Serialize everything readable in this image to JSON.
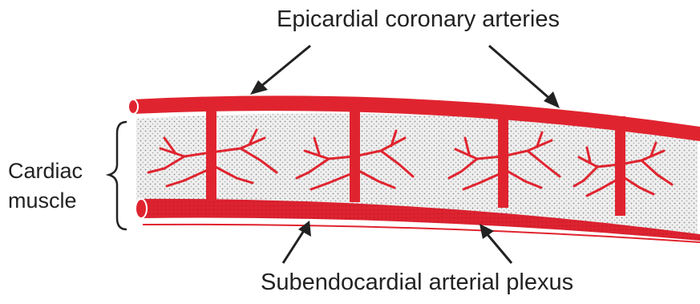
{
  "labels": {
    "epicardial": "Epicardial coronary arteries",
    "subendocardial": "Subendocardial arterial plexus",
    "cardiac_line1": "Cardiac",
    "cardiac_line2": "muscle"
  },
  "colors": {
    "vessel": "#e0242f",
    "muscle_fill": "#ececec",
    "stipple": "#9a9a9a",
    "ink": "#222222"
  }
}
